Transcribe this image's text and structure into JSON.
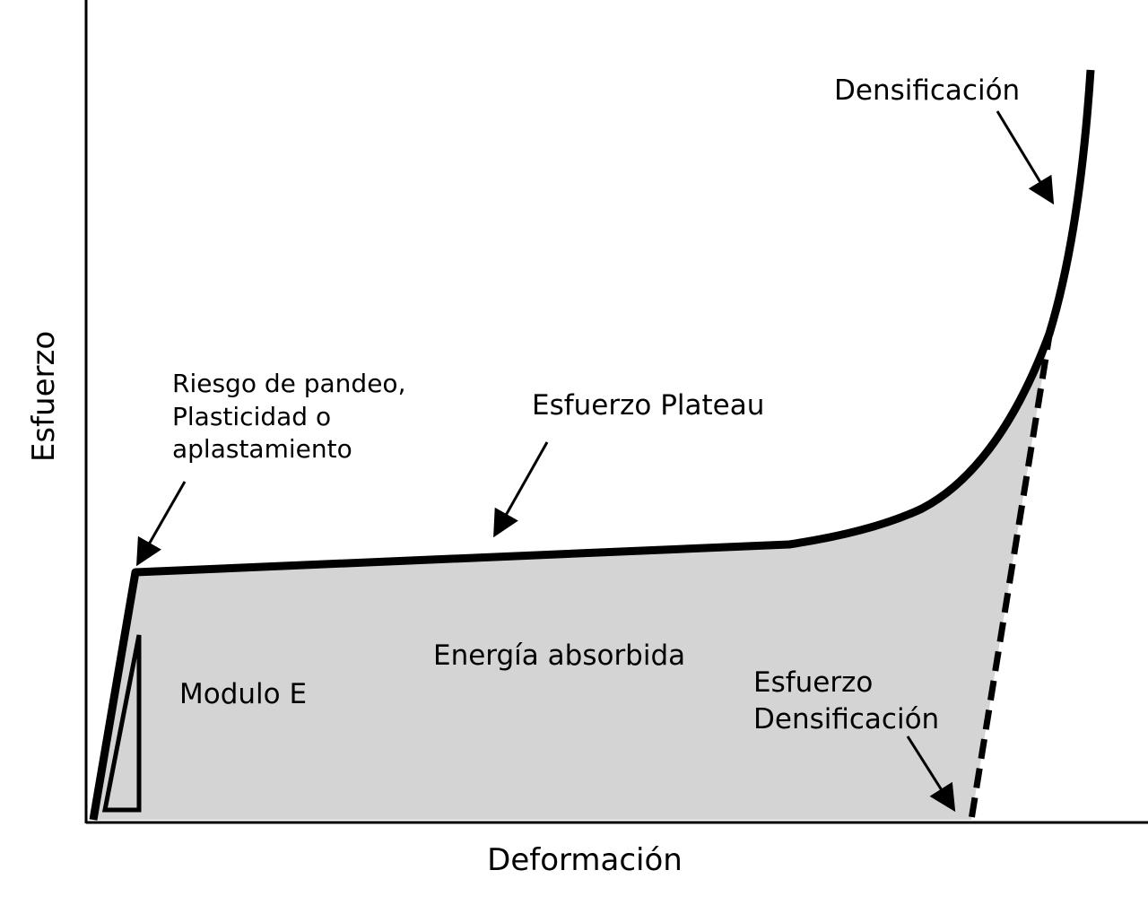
{
  "diagram": {
    "axes": {
      "y_label": "Esfuerzo",
      "x_label": "Deformación"
    },
    "annotations": {
      "densification": "Densificación",
      "buckling": [
        "Riesgo de pandeo,",
        "Plasticidad o",
        "aplastamiento"
      ],
      "plateau": "Esfuerzo Plateau",
      "energy": "Energía absorbida",
      "modulus": "Modulo E",
      "densification_stress": [
        "Esfuerzo",
        "Densificación"
      ]
    },
    "colors": {
      "curve": "#000000",
      "fill_area": "#d4d4d4",
      "background": "#ffffff"
    }
  }
}
